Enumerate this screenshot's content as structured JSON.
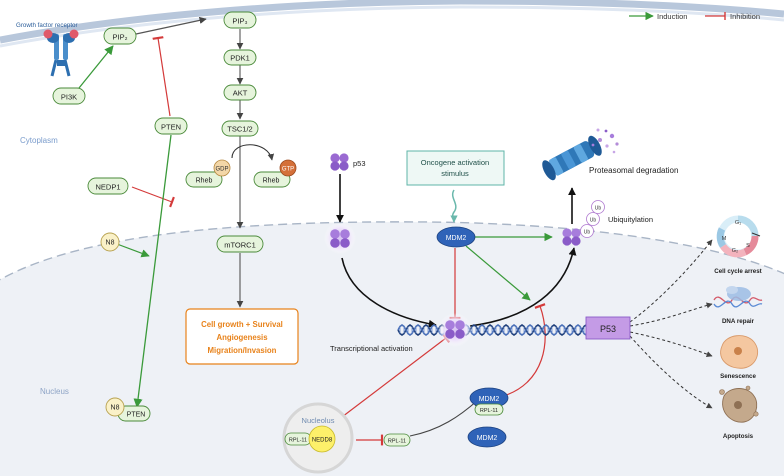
{
  "legend": {
    "induction": "Induction",
    "inhibition": "Inhibition",
    "induction_color": "#3a9a3a",
    "inhibition_color": "#d43a3a"
  },
  "regions": {
    "cytoplasm": "Cytoplasm",
    "nucleus": "Nucleus",
    "nucleolus": "Nucleolus"
  },
  "receptor": {
    "label": "Growth factor receptor",
    "icon": "growth-factor-receptor-icon"
  },
  "nodes": {
    "pip2": "PIP₂",
    "pip3": "PIP₃",
    "pi3k": "PI3K",
    "pten": "PTEN",
    "pten_nuclear": "PTEN",
    "nedp1": "NEDP1",
    "n8": "N8",
    "n8_nuclear": "N8",
    "pdk1": "PDK1",
    "akt": "AKT",
    "tsc": "TSC1/2",
    "gdp": "GDP",
    "gtp": "GTP",
    "rheb_gdp": "Rheb",
    "rheb_gtp": "Rheb",
    "mtorc1": "mTORC1",
    "p53_small": "p53",
    "oncogene": "Oncogene activation stimulus",
    "mdm2_top": "MDM2",
    "mdm2_mid": "MDM2",
    "rpl11_mid": "RPL-11",
    "mdm2_bottom": "MDM2",
    "rpl11_nucleolus": "RPL-11",
    "nedd8": "NEDD8",
    "rpl11_free": "RPL-11",
    "p53_box": "P53",
    "ub": "Ub"
  },
  "texts": {
    "growth_lines": [
      "Cell growth + Survival",
      "Angiogenesis",
      "Migration/Invasion"
    ],
    "proteasomal": "Proteasomal degradation",
    "ubiquitylation": "Ubiquitylation",
    "transcriptional": "Transcriptional activation"
  },
  "outcomes": {
    "cell_cycle": "Cell cycle arrest",
    "dna_repair": "DNA repair",
    "senescence": "Senescence",
    "apoptosis": "Apoptosis",
    "cycle_phases": [
      "G₁",
      "S",
      "G₂",
      "M"
    ]
  },
  "colors": {
    "node_green": "#e6f4dc",
    "node_border": "#4a8a3a",
    "mdm2_blue": "#2f63b8",
    "p53_purple": "#8a5cc8",
    "orange": "#e8821a",
    "teal": "#5fb4a8"
  }
}
